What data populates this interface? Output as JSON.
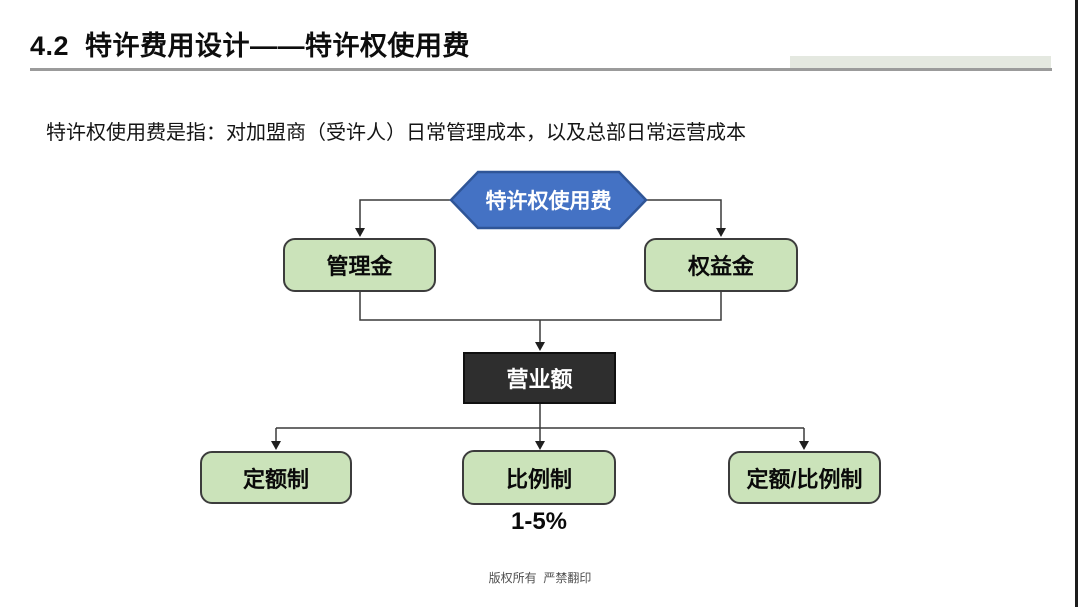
{
  "slide": {
    "title": "4.2  特许费用设计——特许权使用费",
    "intro": "特许权使用费是指：对加盟商（受许人）日常管理成本，以及总部日常运营成本",
    "footer": "版权所有  严禁翻印"
  },
  "diagram": {
    "type": "hierarchy",
    "root": {
      "label": "特许权使用费",
      "shape": "hexagon",
      "fill": "#4472C4",
      "stroke": "#2F5597",
      "text_color": "#FFFFFF"
    },
    "level1": [
      {
        "label": "管理金"
      },
      {
        "label": "权益金"
      }
    ],
    "base": {
      "label": "营业额",
      "fill": "#2E2E2E",
      "text_color": "#FFFFFF"
    },
    "level2": [
      {
        "label": "定额制"
      },
      {
        "label": "比例制"
      },
      {
        "label": "定额/比例制"
      }
    ],
    "rate_note": "1-5%",
    "colors": {
      "node_fill": "#CBE3BA",
      "node_border": "#3C3C3C",
      "connector": "#3A3A3A",
      "title_rule": "#9B9B9B",
      "title_rule_accent": "#E4E8E0"
    }
  }
}
